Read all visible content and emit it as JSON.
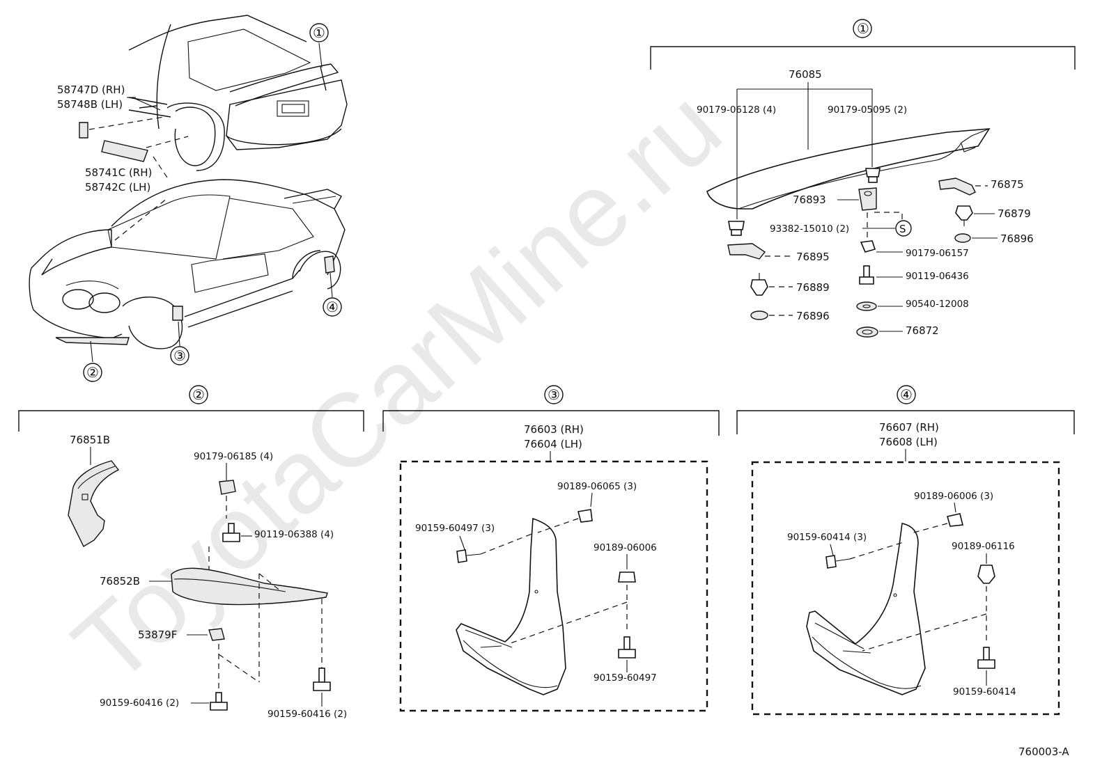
{
  "watermark": "ToyotaCarMine.ru",
  "drawing_code": "760003-A",
  "markers": {
    "m1": "①",
    "m2": "②",
    "m3": "③",
    "m4": "④",
    "s": "S"
  },
  "overview": {
    "emblem_side_rh": "58747D (RH)",
    "emblem_side_lh": "58748B (LH)",
    "emblem_rocker_rh": "58741C (RH)",
    "emblem_rocker_lh": "58742C (LH)"
  },
  "spoiler": {
    "spoiler_assy": "76085",
    "nut_left": "90179-06128 (4)",
    "nut_right": "90179-05095 (2)",
    "pad_76893": "76893",
    "bracket_76875": "76875",
    "clip_76879": "76879",
    "seal_76896_r": "76896",
    "bolt_93382": "93382-15010 (2)",
    "bracket_76895": "76895",
    "nut_90179_06157": "90179-06157",
    "clip_76889": "76889",
    "bolt_90119_06436": "90119-06436",
    "washer_90540": "90540-12008",
    "seal_76896_l": "76896",
    "gasket_76872": "76872"
  },
  "front_spoiler": {
    "ext_76851B": "76851B",
    "nut_90179_06185": "90179-06185 (4)",
    "bolt_90119_06388": "90119-06388 (4)",
    "spoiler_76852B": "76852B",
    "retainer_53879F": "53879F",
    "screw_left": "90159-60416 (2)",
    "screw_right": "90159-60416 (2)"
  },
  "front_mudguard": {
    "rh": "76603 (RH)",
    "lh": "76604 (LH)",
    "clip_90189_06065": "90189-06065 (3)",
    "screw_90159_60497_3": "90159-60497 (3)",
    "clip_90189_06006": "90189-06006",
    "screw_90159_60497": "90159-60497"
  },
  "rear_mudguard": {
    "rh": "76607 (RH)",
    "lh": "76608 (LH)",
    "clip_90189_06006_3": "90189-06006 (3)",
    "screw_90159_60414_3": "90159-60414 (3)",
    "clip_90189_06116": "90189-06116",
    "screw_90159_60414": "90159-60414"
  }
}
